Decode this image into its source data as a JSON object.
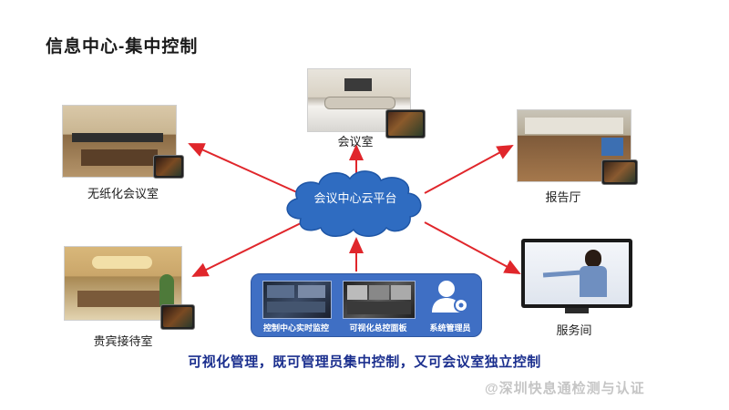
{
  "title": "信息中心-集中控制",
  "cloud_label": "会议中心云平台",
  "nodes": {
    "top": "会议室",
    "top_left": "无纸化会议室",
    "top_right": "报告厅",
    "bottom_left": "贵宾接待室",
    "bottom_right": "服务间"
  },
  "panel": {
    "items": [
      "控制中心实时监控",
      "可视化总控面板",
      "系统管理员"
    ]
  },
  "caption": "可视化管理，既可管理员集中控制，又可会议室独立控制",
  "watermark": "@深圳快息通检测与认证",
  "colors": {
    "arrow": "#e0262b",
    "cloud": "#2f6cc1",
    "panel": "#3f6fc4",
    "caption": "#1b2f8e"
  }
}
